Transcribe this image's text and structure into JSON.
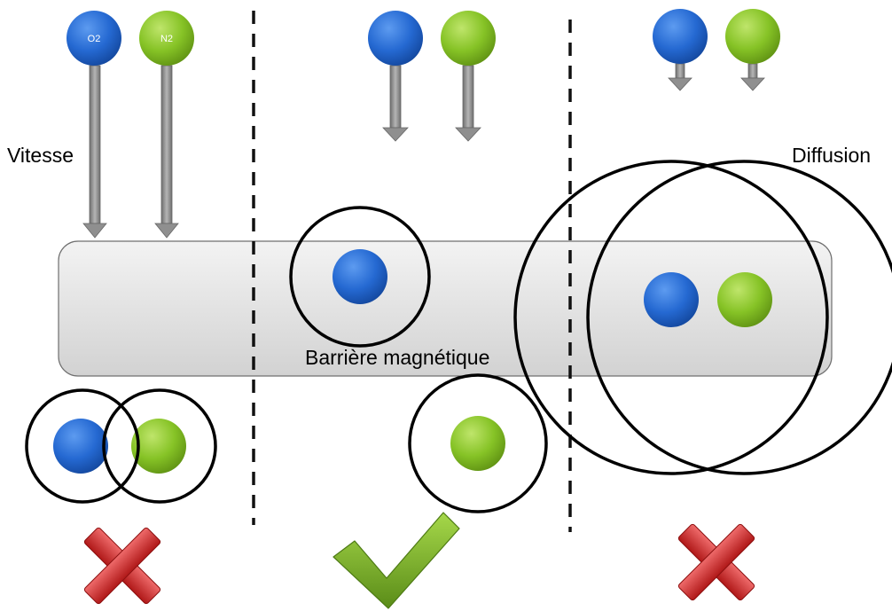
{
  "labels": {
    "speed": "Vitesse",
    "diffusion": "Diffusion",
    "barrier": "Barrière magnétique"
  },
  "particles": {
    "o2": "O2",
    "n2": "N2"
  },
  "colors": {
    "o2": "#1f63c9",
    "n2": "#7fbf1f",
    "arrow": "#8a8a8a",
    "barrier_fill": "#e4e4e4",
    "cross": "#cf2a2a",
    "check": "#6fa324"
  },
  "outcomes": [
    "cross",
    "check",
    "cross"
  ]
}
